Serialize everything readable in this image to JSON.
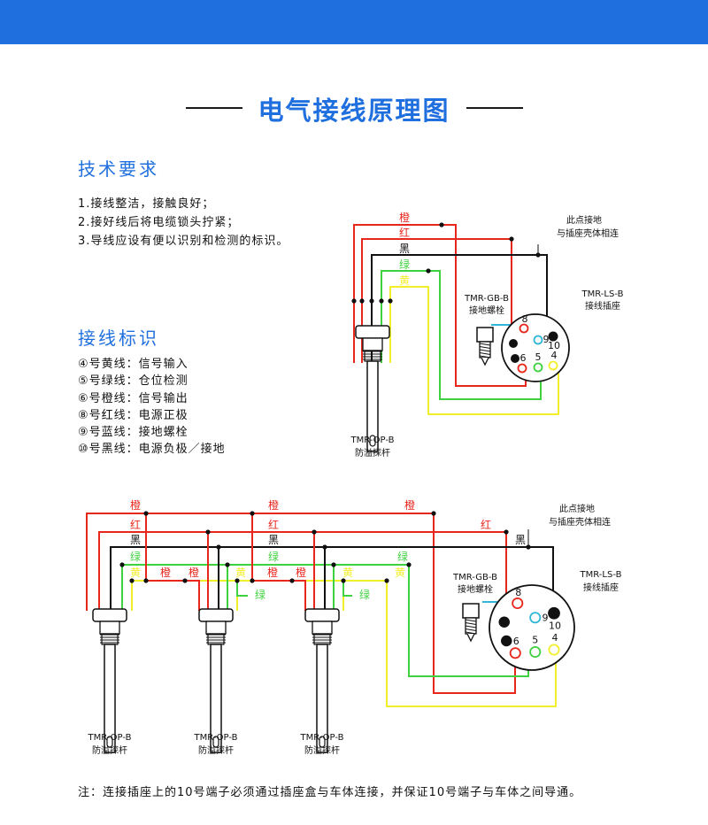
{
  "title": "电气接线原理图",
  "tech_requirements": {
    "heading": "技术要求",
    "items": [
      "1.接线整洁，接触良好；",
      "2.接好线后将电缆锁头拧紧；",
      "3.导线应设有便以识别和检测的标识。"
    ]
  },
  "wiring_legend": {
    "heading": "接线标识",
    "items": [
      "④号黄线：信号输入",
      "⑤号绿线：仓位检测",
      "⑥号橙线：信号输出",
      "⑧号红线：电源正极",
      "⑨号蓝线：接地螺栓",
      "⑩号黑线：电源负极／接地"
    ]
  },
  "wire_labels": {
    "orange": "橙",
    "red": "红",
    "black": "黑",
    "green": "绿",
    "yellow": "黄"
  },
  "wire_colors": {
    "orange": "#e8261c",
    "red": "#e8261c",
    "black": "#111111",
    "green": "#3fd13f",
    "yellow": "#f2ef2a",
    "blue": "#2fb6d8"
  },
  "pin_numbers": [
    "8",
    "9",
    "10",
    "5",
    "6",
    "4"
  ],
  "ground_note": [
    "此点接地",
    "与插座壳体相连"
  ],
  "ground_bolt": [
    "TMR-GB-B",
    "接地螺栓"
  ],
  "socket": [
    "TMR-LS-B",
    "接线插座"
  ],
  "probe": [
    "TMR-OP-B",
    "防溢探杆"
  ],
  "note": "注：连接插座上的10号端子必须通过插座盒与车体连接，并保证10号端子与车体之间导通。"
}
